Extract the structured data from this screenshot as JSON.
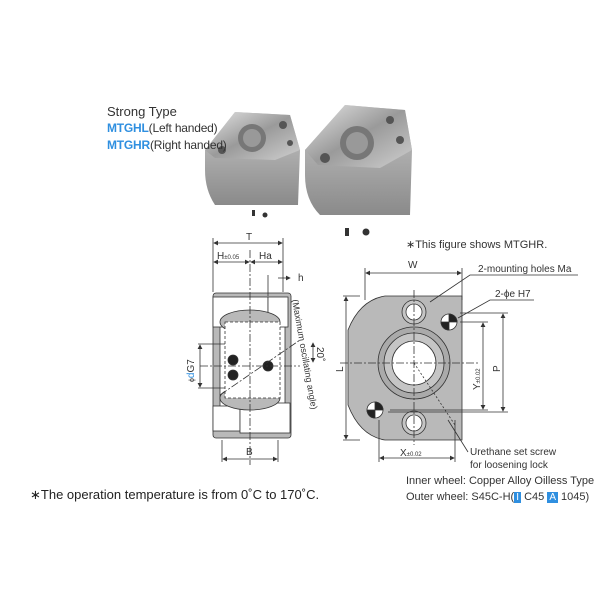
{
  "header": {
    "type_label": "Strong Type",
    "models": [
      {
        "code": "MTGHL",
        "desc": "(Left handed)"
      },
      {
        "code": "MTGHR",
        "desc": "(Right handed)"
      }
    ]
  },
  "figure_note": "∗This figure shows MTGHR.",
  "side_view": {
    "dim_T": "T",
    "dim_H": "H",
    "dim_H_tol": "±0.05",
    "dim_Ha": "Ha",
    "dim_h": "h",
    "dim_B": "B",
    "bore_phi": "ϕ",
    "bore_d": "d",
    "bore_fit": "G7",
    "angle": "20˚",
    "angle_note": "(Maximum oscillating angle)"
  },
  "front_view": {
    "dim_W": "W",
    "dim_L": "L",
    "dim_P": "P",
    "dim_Y": "Y",
    "dim_Y_tol": "±0.02",
    "dim_X": "X",
    "dim_X_tol": "±0.02",
    "mounting_holes": "2-mounting holes Ma",
    "dowel_holes": "2-ϕe H7",
    "setscrew_line1": "Urethane set screw",
    "setscrew_line2": "for loosening lock"
  },
  "materials": {
    "inner": "Inner wheel: Copper Alloy Oilless Type",
    "outer_prefix": "Outer wheel: S45C-H(",
    "badge_i": "I",
    "outer_mid": "C45",
    "badge_a": "A",
    "outer_suffix": "1045)"
  },
  "temperature_note": "∗The operation temperature is from 0˚C to 170˚C.",
  "colors": {
    "accent": "#2f8fe0",
    "metal": "#b9b9b9",
    "line": "#333333"
  }
}
